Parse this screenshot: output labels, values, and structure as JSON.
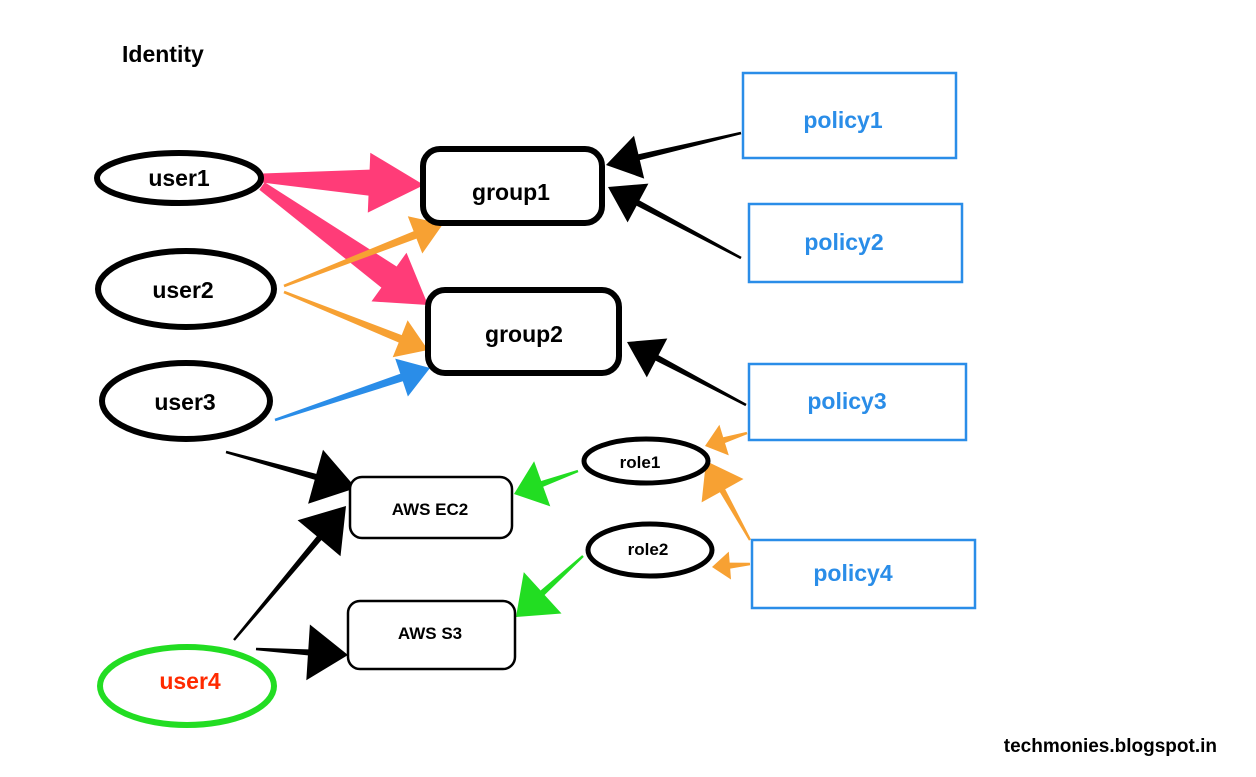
{
  "title": "Identity",
  "watermark": "techmonies.blogspot.in",
  "colors": {
    "black": "#000000",
    "pink": "#ff3c78",
    "orange": "#f7a133",
    "blue": "#2a8de8",
    "green": "#22dd22",
    "red": "#ff2a00",
    "policy_blue": "#2a8de8"
  },
  "users": {
    "user1": "user1",
    "user2": "user2",
    "user3": "user3",
    "user4": "user4"
  },
  "groups": {
    "group1": "group1",
    "group2": "group2"
  },
  "policies": {
    "policy1": "policy1",
    "policy2": "policy2",
    "policy3": "policy3",
    "policy4": "policy4"
  },
  "roles": {
    "role1": "role1",
    "role2": "role2"
  },
  "services": {
    "ec2": "AWS EC2",
    "s3": "AWS S3"
  },
  "edges": [
    {
      "from": "user1",
      "to": "group1",
      "color": "pink"
    },
    {
      "from": "user1",
      "to": "group2",
      "color": "pink"
    },
    {
      "from": "user2",
      "to": "group1",
      "color": "orange"
    },
    {
      "from": "user2",
      "to": "group2",
      "color": "orange"
    },
    {
      "from": "user3",
      "to": "group2",
      "color": "blue"
    },
    {
      "from": "user3",
      "to": "ec2",
      "color": "black"
    },
    {
      "from": "user4",
      "to": "ec2",
      "color": "black"
    },
    {
      "from": "user4",
      "to": "s3",
      "color": "black"
    },
    {
      "from": "policy1",
      "to": "group1",
      "color": "black"
    },
    {
      "from": "policy2",
      "to": "group1",
      "color": "black"
    },
    {
      "from": "policy3",
      "to": "group2",
      "color": "black"
    },
    {
      "from": "policy3",
      "to": "role1",
      "color": "orange"
    },
    {
      "from": "policy4",
      "to": "role1",
      "color": "orange"
    },
    {
      "from": "policy4",
      "to": "role2",
      "color": "orange"
    },
    {
      "from": "role1",
      "to": "ec2",
      "color": "green"
    },
    {
      "from": "role2",
      "to": "s3",
      "color": "green"
    }
  ]
}
